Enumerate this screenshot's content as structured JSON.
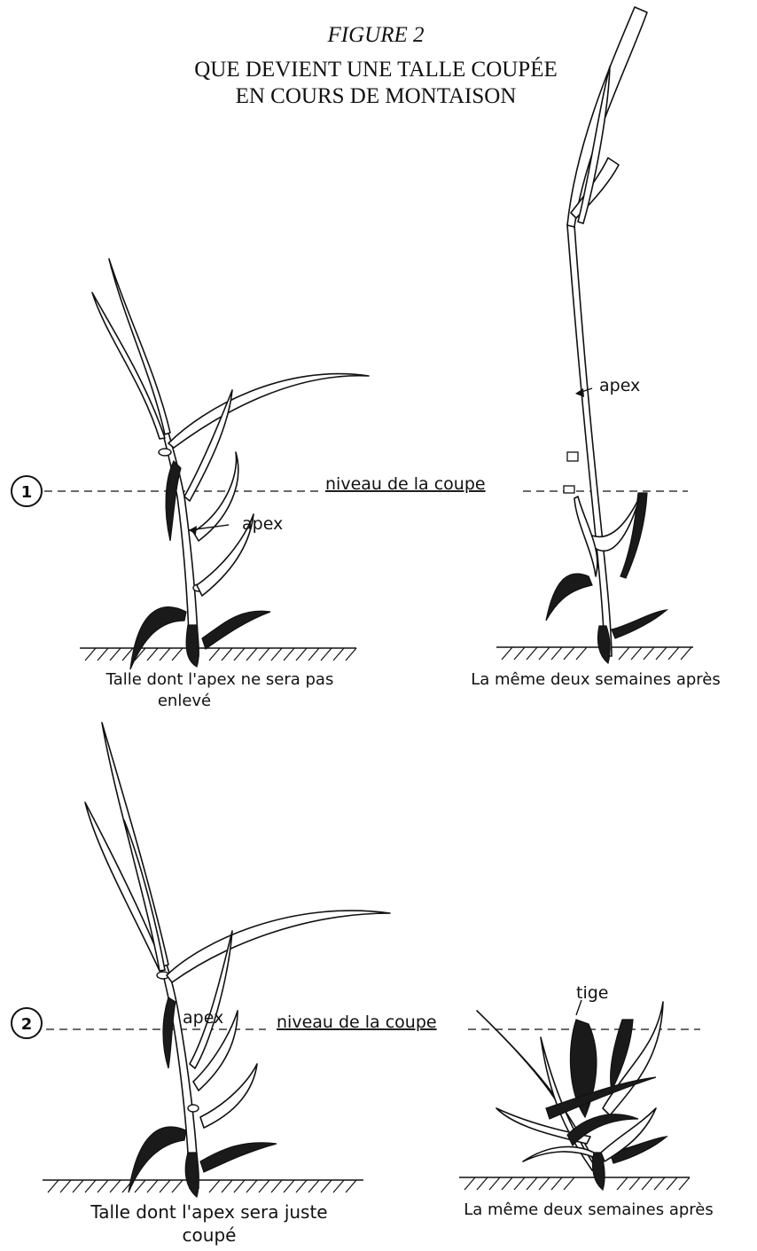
{
  "figure": {
    "label": "FIGURE 2",
    "title_line1": "QUE DEVIENT UNE TALLE COUPÉE",
    "title_line2": "EN COURS DE MONTAISON"
  },
  "panel1": {
    "number": "1",
    "cut_label": "niveau de la coupe",
    "apex_left": "apex",
    "apex_right": "apex",
    "caption_left_line1": "Talle dont l'apex ne sera pas",
    "caption_left_line2": "enlevé",
    "caption_right": "La même deux semaines après"
  },
  "panel2": {
    "number": "2",
    "cut_label": "niveau de la coupe",
    "apex_left": "apex",
    "tige_label": "tige",
    "caption_left_line1": "Talle dont l'apex sera juste",
    "caption_left_line2": "coupé",
    "caption_right": "La même deux semaines après"
  }
}
